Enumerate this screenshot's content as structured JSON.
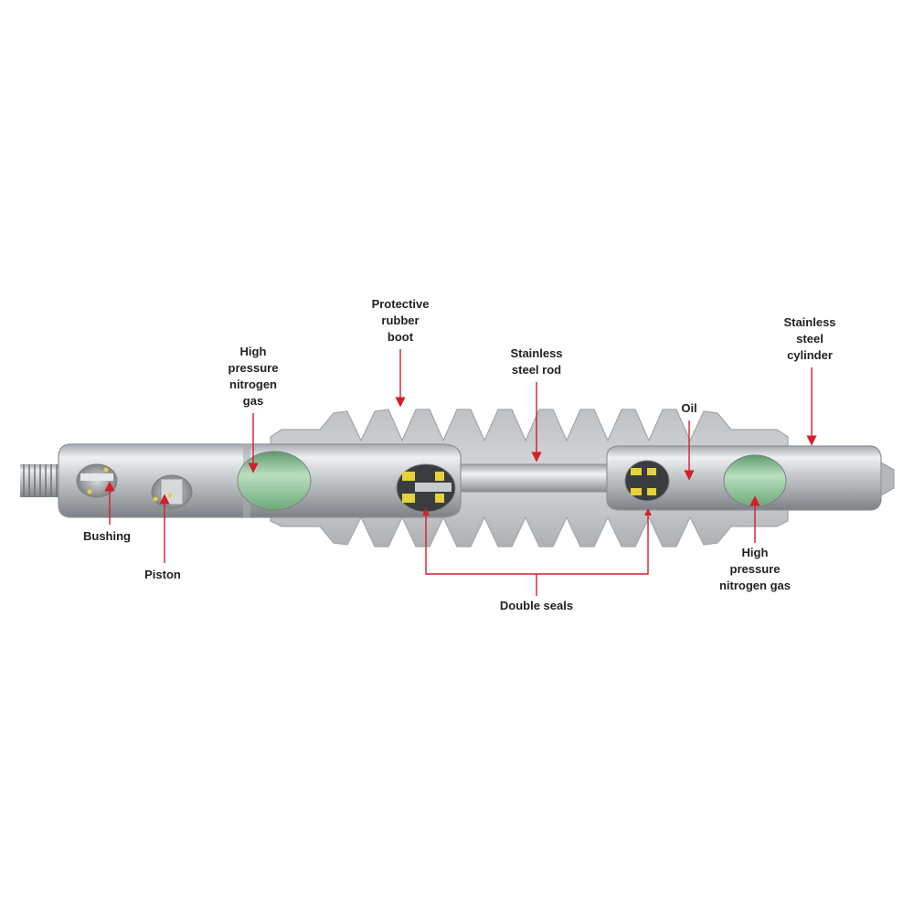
{
  "labels": {
    "protective_boot": [
      "Protective",
      "rubber",
      "boot"
    ],
    "stainless_rod": [
      "Stainless",
      "steel rod"
    ],
    "stainless_cylinder": [
      "Stainless",
      "steel",
      "cylinder"
    ],
    "high_pressure_gas_left": [
      "High",
      "pressure",
      "nitrogen",
      "gas"
    ],
    "oil": [
      "Oil"
    ],
    "bushing": [
      "Bushing"
    ],
    "piston": [
      "Piston"
    ],
    "high_pressure_gas_right": [
      "High",
      "pressure",
      "nitrogen gas"
    ],
    "double_seals": [
      "Double seals"
    ]
  },
  "colors": {
    "callout": "#d21f2b",
    "steel_light": "#e9ebed",
    "steel_dark": "#8e9296",
    "boot": "#c9cbcd",
    "boot_dark": "#9c9fa2",
    "gas_green": "#8fc89a",
    "seal_yellow": "#e6d23a",
    "label_text": "#222222"
  }
}
